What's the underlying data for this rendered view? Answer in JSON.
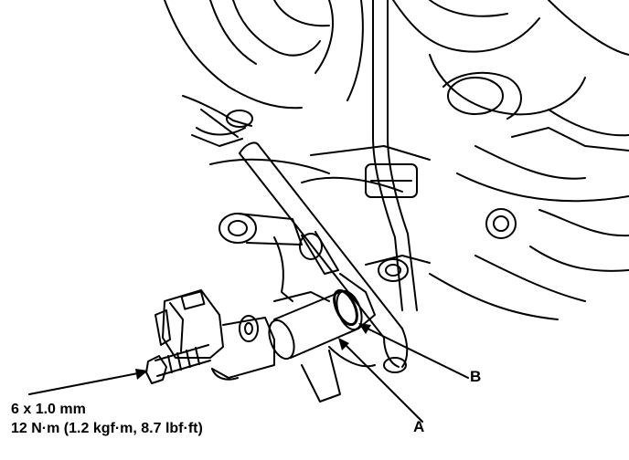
{
  "labels": {
    "bolt_size": "6 x 1.0 mm",
    "torque": "12 N·m (1.2 kgf·m, 8.7 lbf·ft)",
    "callout_a": "A",
    "callout_b": "B"
  },
  "colors": {
    "ink": "#000000",
    "paper": "#ffffff"
  }
}
